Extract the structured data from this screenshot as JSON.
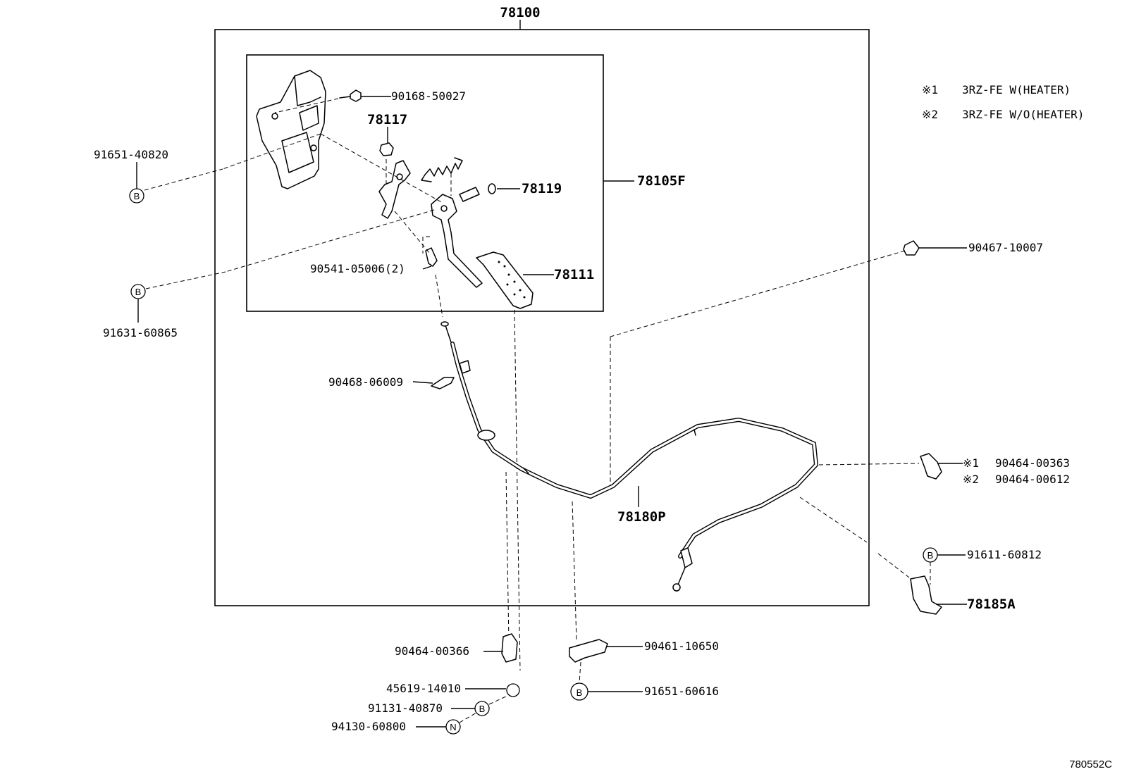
{
  "diagram": {
    "assembly_number": "78100",
    "legend": [
      {
        "mark": "※1",
        "text": "3RZ-FE  W(HEATER)"
      },
      {
        "mark": "※2",
        "text": "3RZ-FE  W/O(HEATER)"
      }
    ],
    "parts": {
      "p90168": "90168-50027",
      "p78117": "78117",
      "p91651_40820": "91651-40820",
      "p78105F": "78105F",
      "p78119": "78119",
      "p91631": "91631-60865",
      "p90541": "90541-05006(2)",
      "p78111": "78111",
      "p90467": "90467-10007",
      "p90468": "90468-06009",
      "p90464_1_mark": "※1",
      "p90464_1": "90464-00363",
      "p90464_2_mark": "※2",
      "p90464_2": "90464-00612",
      "p78180P": "78180P",
      "p91611": "91611-60812",
      "p78185A": "78185A",
      "p90464_00366": "90464-00366",
      "p90461": "90461-10650",
      "p45619": "45619-14010",
      "p91131": "91131-40870",
      "p94130": "94130-60800",
      "p91651_60616": "91651-60616"
    },
    "symbols": {
      "b": "B",
      "n": "N"
    },
    "drawing_code": "780552C"
  }
}
